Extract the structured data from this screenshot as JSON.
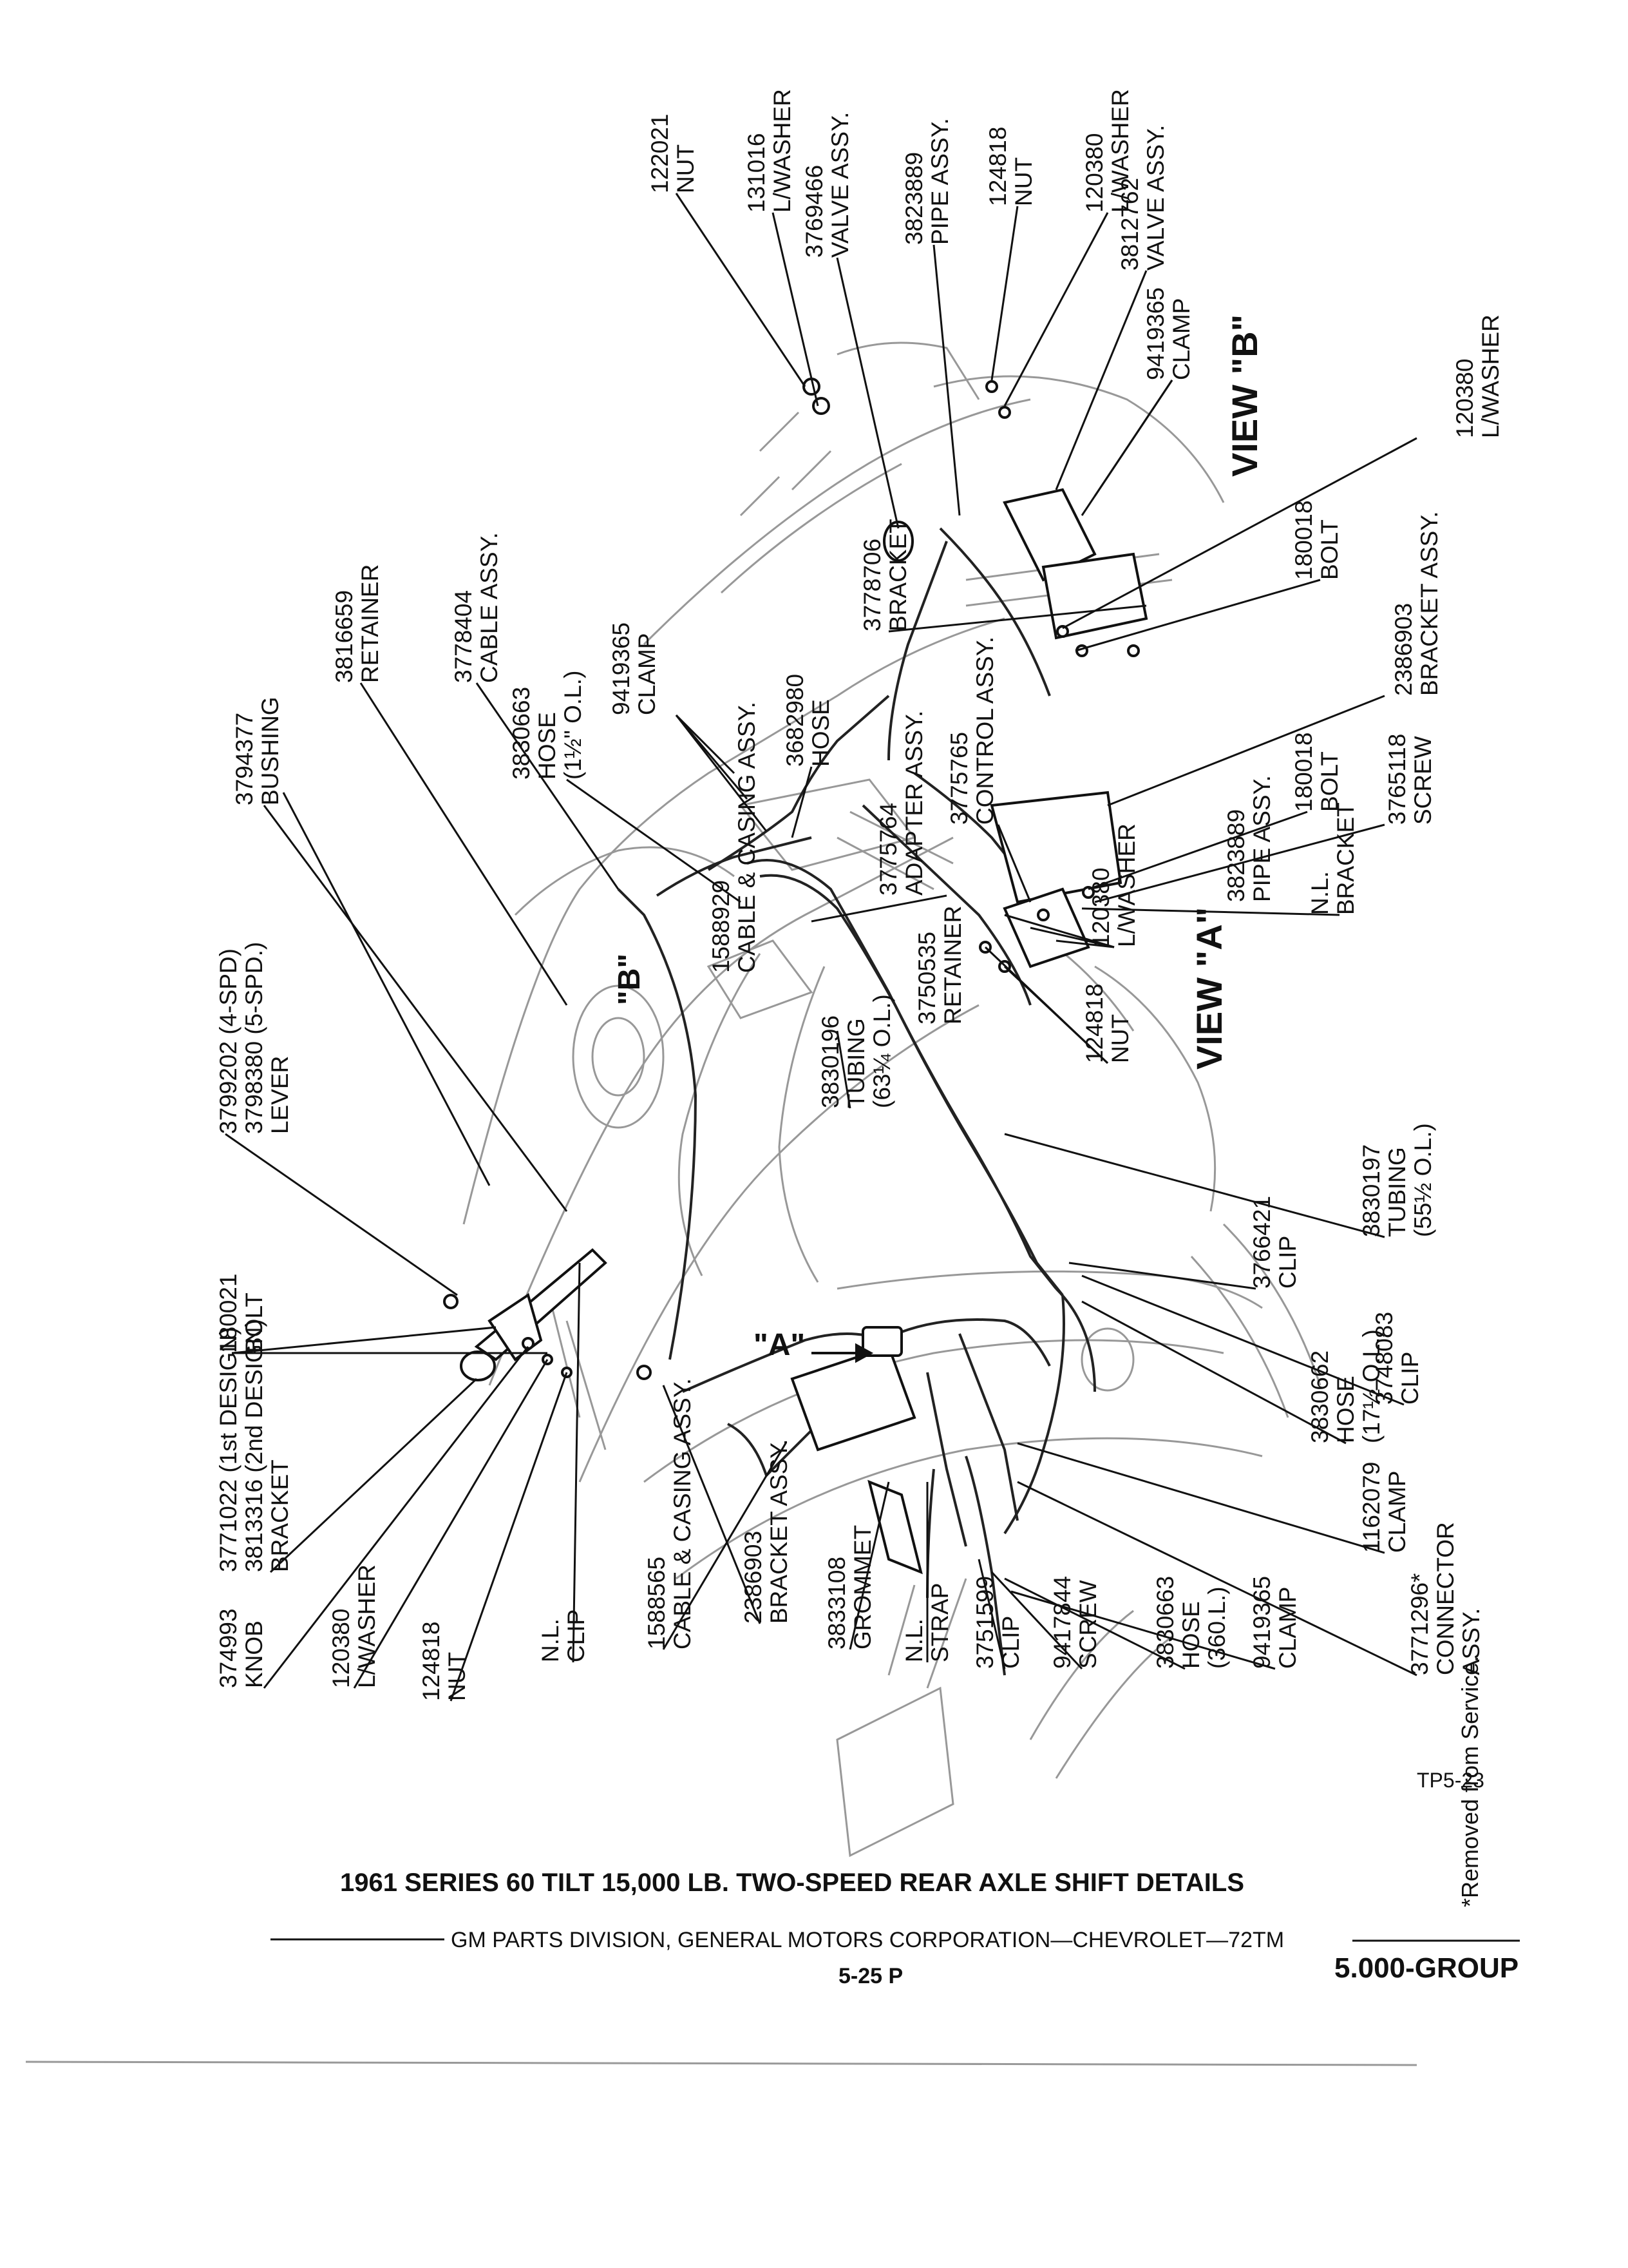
{
  "labels": [
    {
      "num": "122021",
      "lines": [
        "NUT"
      ]
    },
    {
      "num": "131016",
      "lines": [
        "L/WASHER"
      ]
    },
    {
      "num": "3769466",
      "lines": [
        "VALVE ASSY."
      ]
    },
    {
      "num": "3823889",
      "lines": [
        "PIPE ASSY."
      ]
    },
    {
      "num": "124818",
      "lines": [
        "NUT"
      ]
    },
    {
      "num": "120380",
      "lines": [
        "L/WASHER"
      ]
    },
    {
      "num": "3812762",
      "lines": [
        "VALVE ASSY."
      ]
    },
    {
      "num": "9419365",
      "lines": [
        "CLAMP"
      ]
    },
    {
      "num": "120380",
      "lines": [
        "L/WASHER"
      ]
    },
    {
      "num": "180018",
      "lines": [
        "BOLT"
      ]
    },
    {
      "num": "3778706",
      "lines": [
        "BRACKET"
      ]
    },
    {
      "num": "2386903",
      "lines": [
        "BRACKET ASSY."
      ]
    },
    {
      "num": "180018",
      "lines": [
        "BOLT"
      ]
    },
    {
      "num": "3765118",
      "lines": [
        "SCREW"
      ]
    },
    {
      "num": "N.L.",
      "lines": [
        "BRACKET"
      ]
    },
    {
      "num": "120380",
      "lines": [
        "L/WASHER"
      ]
    },
    {
      "num": "124818",
      "lines": [
        "NUT"
      ]
    },
    {
      "num": "3775765",
      "lines": [
        "CONTROL ASSY."
      ]
    },
    {
      "num": "3775764",
      "lines": [
        "ADAPTER ASSY."
      ]
    },
    {
      "num": "3750535",
      "lines": [
        "RETAINER"
      ]
    },
    {
      "num": "3682980",
      "lines": [
        "HOSE"
      ]
    },
    {
      "num": "9419365",
      "lines": [
        "CLAMP"
      ]
    },
    {
      "num": "3830663",
      "lines": [
        "HOSE",
        "(1½\" O.L.)"
      ]
    },
    {
      "num": "3778404",
      "lines": [
        "CABLE ASSY."
      ]
    },
    {
      "num": "3816659",
      "lines": [
        "RETAINER"
      ]
    },
    {
      "num": "3794377",
      "lines": [
        "BUSHING"
      ]
    },
    {
      "num": "3799202 (4-SPD)",
      "lines": [
        "3798380 (5-SPD.)",
        "LEVER"
      ]
    },
    {
      "num": "180021",
      "lines": [
        "BOLT"
      ]
    },
    {
      "num": "3771022 (1st DESIGN)",
      "lines": [
        "3813316 (2nd DESIGN)",
        "BRACKET"
      ]
    },
    {
      "num": "374993",
      "lines": [
        "KNOB"
      ]
    },
    {
      "num": "120380",
      "lines": [
        "L/WASHER"
      ]
    },
    {
      "num": "124818",
      "lines": [
        "NUT"
      ]
    },
    {
      "num": "N.L.",
      "lines": [
        "CLIP"
      ]
    },
    {
      "num": "1588565",
      "lines": [
        "CABLE & CASING ASSY."
      ]
    },
    {
      "num": "2386903",
      "lines": [
        "BRACKET ASSY."
      ]
    },
    {
      "num": "3833108",
      "lines": [
        "GROMMET"
      ]
    },
    {
      "num": "N.L.",
      "lines": [
        "STRAP"
      ]
    },
    {
      "num": "3751599",
      "lines": [
        "CLIP"
      ]
    },
    {
      "num": "9417844",
      "lines": [
        "SCREW"
      ]
    },
    {
      "num": "3830663",
      "lines": [
        "HOSE",
        "(360.L.)"
      ]
    },
    {
      "num": "9419365",
      "lines": [
        "CLAMP"
      ]
    },
    {
      "num": "3771296*",
      "lines": [
        "CONNECTOR",
        "ASSY."
      ]
    },
    {
      "num": "1162079",
      "lines": [
        "CLAMP"
      ]
    },
    {
      "num": "3830662",
      "lines": [
        "HOSE",
        "(17½ O.L.)"
      ]
    },
    {
      "num": "3748083",
      "lines": [
        "CLIP"
      ]
    },
    {
      "num": "3766421",
      "lines": [
        "CLIP"
      ]
    },
    {
      "num": "3830197",
      "lines": [
        "TUBING",
        "(55½ O.L.)"
      ]
    },
    {
      "num": "3830196",
      "lines": [
        "TUBING",
        "(63¼ O.L.)"
      ]
    },
    {
      "num": "1588929",
      "lines": [
        "CABLE & CASING ASSY."
      ]
    },
    {
      "num": "3823889",
      "lines": [
        "PIPE ASSY."
      ]
    }
  ],
  "views": {
    "view_a": "VIEW \"A\"",
    "view_b": "VIEW \"B\""
  },
  "callouts": {
    "a": "\"A\"",
    "b": "\"B\""
  },
  "footnote": "*Removed from Service.",
  "figure_code": "TP5-23",
  "title": "1961 SERIES 60 TILT 15,000 LB. TWO-SPEED REAR AXLE SHIFT DETAILS",
  "publisher": "GM PARTS DIVISION, GENERAL MOTORS CORPORATION—CHEVROLET—72TM",
  "page_number": "5-25 P",
  "group": "5.000-GROUP"
}
